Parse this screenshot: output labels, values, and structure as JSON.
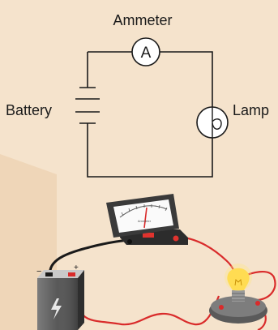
{
  "schematic": {
    "ammeter_label": "Ammeter",
    "ammeter_symbol": "A",
    "battery_label": "Battery",
    "lamp_label": "Lamp"
  },
  "photo": {
    "meter_brand": "Ammeter",
    "minus_mark": "−",
    "plus_mark": "+"
  },
  "colors": {
    "background": "#f5e3cc",
    "wire": "#1a1a1a",
    "red_wire": "#d92b2b",
    "meter_body": "#3a3a3a",
    "bulb": "#ffd83a"
  }
}
